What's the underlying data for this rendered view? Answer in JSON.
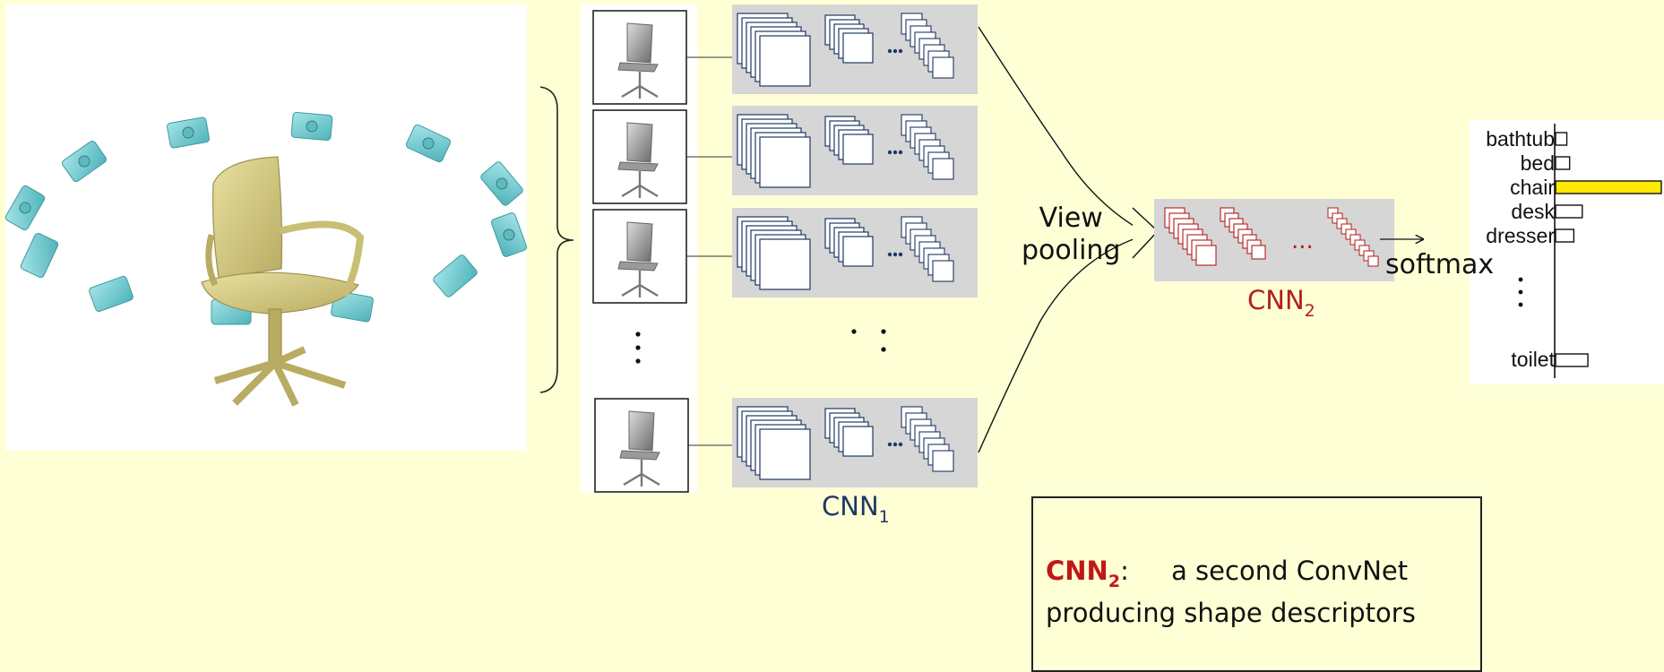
{
  "diagram": {
    "view_pooling_line1": "View",
    "view_pooling_line2": "pooling",
    "cnn1_label": "CNN",
    "cnn1_sub": "1",
    "cnn2_label": "CNN",
    "cnn2_sub": "2",
    "softmax_label": "softmax",
    "ellipsis": "...",
    "classes": [
      "bathtub",
      "bed",
      "chair",
      "desk",
      "dresser",
      "toilet"
    ],
    "class_scores": [
      0.08,
      0.1,
      0.64,
      0.19,
      0.13,
      0.23
    ],
    "highlight_class": "chair",
    "note": {
      "key": "CNN",
      "key_sub": "2",
      "colon": ":",
      "line1": "a second ConvNet",
      "line2": "producing shape descriptors"
    },
    "colors": {
      "background": "#ffffd6",
      "panel": "#d6d6d6",
      "cnn1": "#1f3864",
      "cnn2": "#b21d1d",
      "camera": "#7ecfd4",
      "chair": "#d9cf8a",
      "highlight_bar": "#ffea00"
    }
  }
}
